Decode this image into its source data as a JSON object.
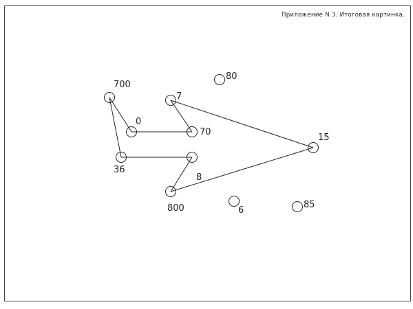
{
  "title": "Приложение N 3. Итоговая картинка.",
  "nodes": [
    {
      "id": "n700",
      "label": "700"
    },
    {
      "id": "n0",
      "label": "0"
    },
    {
      "id": "n7",
      "label": "7"
    },
    {
      "id": "n70",
      "label": "70"
    },
    {
      "id": "n36",
      "label": "36"
    },
    {
      "id": "n8",
      "label": "8"
    },
    {
      "id": "n800",
      "label": "800"
    },
    {
      "id": "n15",
      "label": "15"
    },
    {
      "id": "n80",
      "label": "80"
    },
    {
      "id": "n6",
      "label": "6"
    },
    {
      "id": "n85",
      "label": "85"
    }
  ],
  "edges": [
    [
      "n700",
      "n0"
    ],
    [
      "n0",
      "n70"
    ],
    [
      "n70",
      "n7"
    ],
    [
      "n7",
      "n15"
    ],
    [
      "n15",
      "n800"
    ],
    [
      "n800",
      "n8"
    ],
    [
      "n8",
      "n36"
    ],
    [
      "n36",
      "n700"
    ]
  ]
}
